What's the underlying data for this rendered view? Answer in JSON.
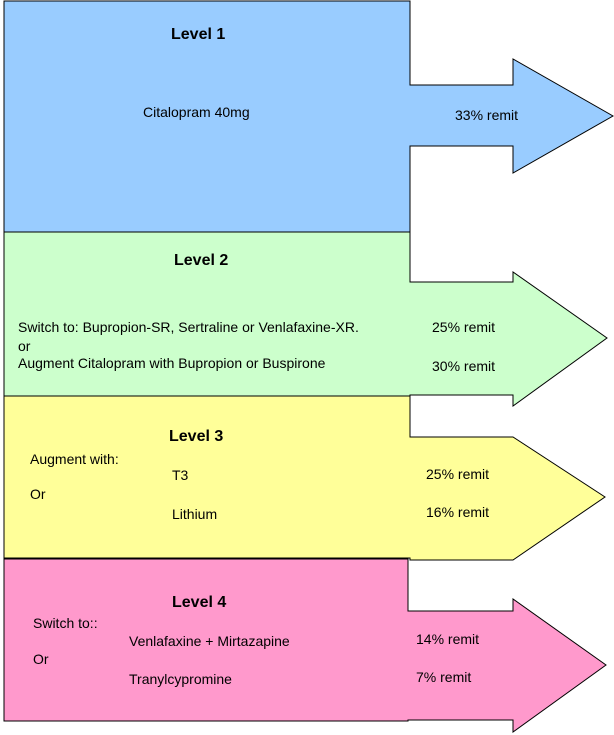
{
  "levels": [
    {
      "title": "Level 1",
      "color": "#99ccff",
      "lines": [
        "Citalopram 40mg"
      ],
      "remits": [
        "33% remit"
      ]
    },
    {
      "title": "Level 2",
      "color": "#ccffcc",
      "lines": [
        "Switch to: Bupropion-SR, Sertraline or Venlafaxine-XR.",
        "or",
        "Augment Citalopram with Bupropion or Buspirone"
      ],
      "remits": [
        "25% remit",
        "30% remit"
      ]
    },
    {
      "title": "Level 3",
      "color": "#ffff99",
      "lines": [
        "Augment with:",
        "Or",
        "T3",
        "Lithium"
      ],
      "remits": [
        "25% remit",
        "16% remit"
      ]
    },
    {
      "title": "Level 4",
      "color": "#ff99cc",
      "lines": [
        "Switch to::",
        "Or",
        "Venlafaxine + Mirtazapine",
        "Tranylcypromine"
      ],
      "remits": [
        "14% remit",
        "7% remit"
      ]
    }
  ]
}
